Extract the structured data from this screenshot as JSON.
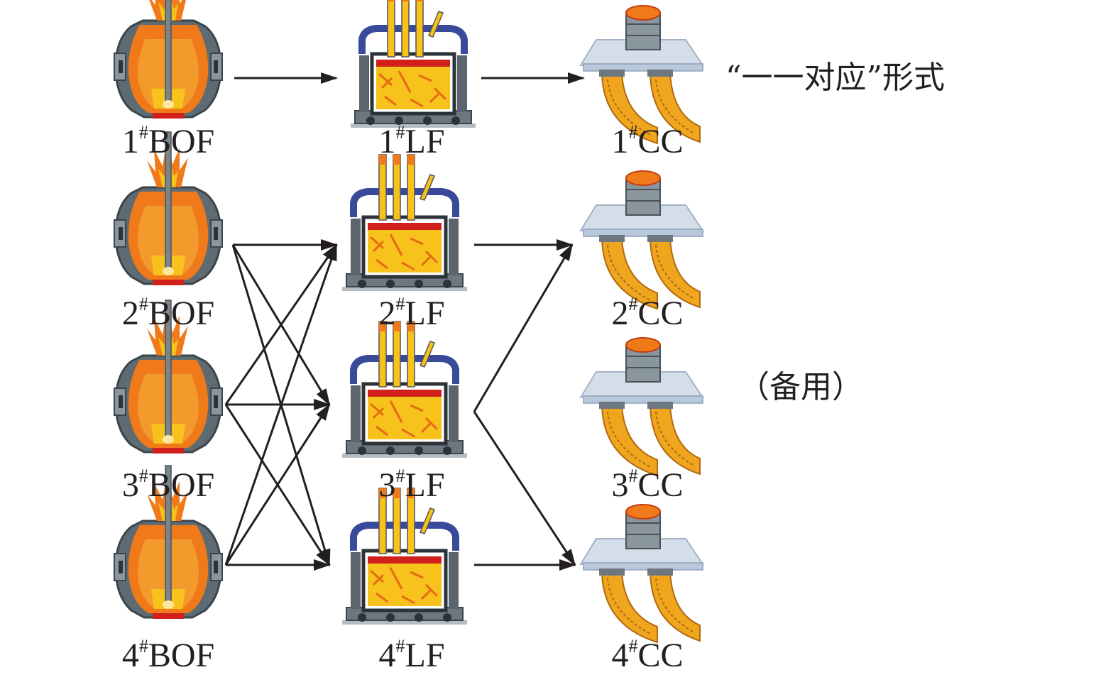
{
  "converters": [
    {
      "num": "1",
      "mark": "#",
      "unit": "BOF"
    },
    {
      "num": "2",
      "mark": "#",
      "unit": "BOF"
    },
    {
      "num": "3",
      "mark": "#",
      "unit": "BOF"
    },
    {
      "num": "4",
      "mark": "#",
      "unit": "BOF"
    }
  ],
  "refiners": [
    {
      "num": "1",
      "mark": "#",
      "unit": "LF"
    },
    {
      "num": "2",
      "mark": "#",
      "unit": "LF"
    },
    {
      "num": "3",
      "mark": "#",
      "unit": "LF"
    },
    {
      "num": "4",
      "mark": "#",
      "unit": "LF"
    }
  ],
  "casters": [
    {
      "num": "1",
      "mark": "#",
      "unit": "CC"
    },
    {
      "num": "2",
      "mark": "#",
      "unit": "CC"
    },
    {
      "num": "3",
      "mark": "#",
      "unit": "CC"
    },
    {
      "num": "4",
      "mark": "#",
      "unit": "CC"
    }
  ],
  "notes": {
    "one_to_one": "“一一对应”形式",
    "standby": "（备用）"
  },
  "colors": {
    "arrow": "#231f20",
    "text": "#231f20",
    "flame": "#f07a1a",
    "molten": "#f6c21b",
    "shell": "#5f6b73",
    "frame": "#3a4a9a",
    "mold": "#b9c9dc"
  }
}
